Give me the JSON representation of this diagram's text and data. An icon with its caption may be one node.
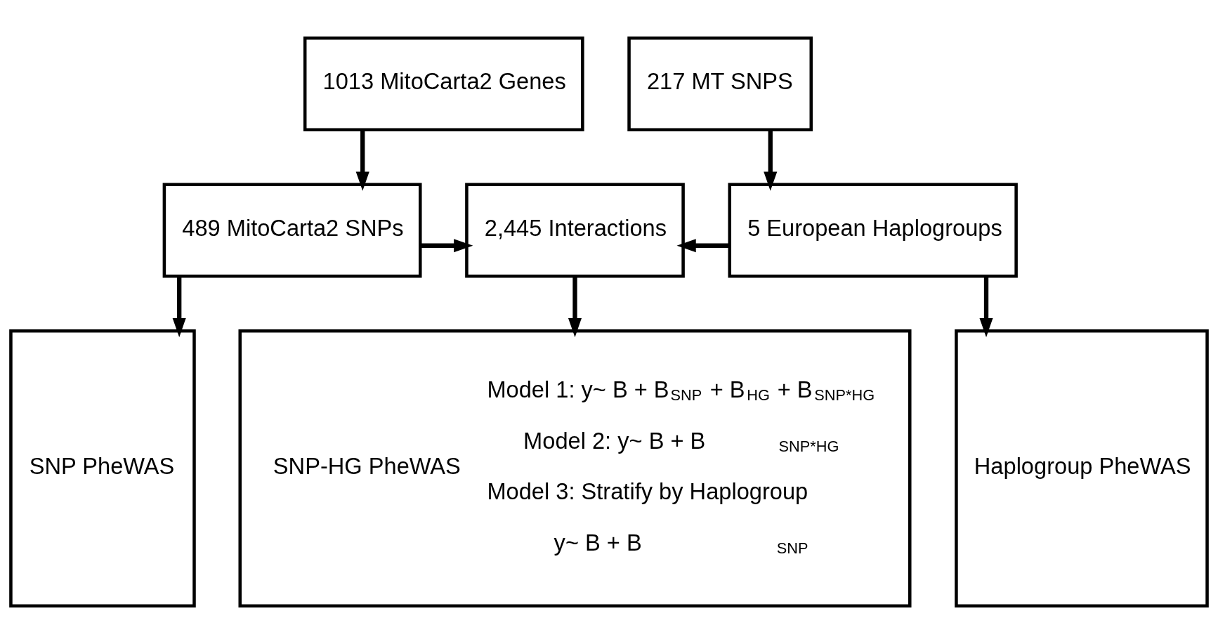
{
  "diagram": {
    "nodes": [
      {
        "text": [
          "1013 MitoCarta2 Genes"
        ]
      },
      {
        "text": [
          "217 MT SNPS"
        ]
      },
      {
        "text": [
          "489 MitoCarta2 SNPs"
        ]
      },
      {
        "text": [
          "2,445 Interactions"
        ]
      },
      {
        "text": [
          "5 European Haplogroups"
        ]
      },
      {
        "text": [
          "SNP PheWAS"
        ]
      },
      {
        "text": [
          "SNP-HG PheWAS",
          "Model 1: y~ B + B$_{SNP}$ + B$_{HG}$ + B$_{SNP*HG}$",
          "Model 2: y~ B + B$_{SNP*HG}$",
          "Model 3: Stratify by Haplogroup",
          "y~ B + B$_{SNP}$"
        ]
      },
      {
        "text": [
          "Haplogroup PheWAS"
        ]
      }
    ],
    "edges": [
      {
        "from": 0,
        "to": 2,
        "arrow": "to"
      },
      {
        "from": 1,
        "to": 4,
        "arrow": "to"
      },
      {
        "from": 2,
        "to": 3,
        "arrow": "to"
      },
      {
        "from": 4,
        "to": 3,
        "arrow": "to"
      },
      {
        "from": 3,
        "to": 6,
        "arrow": "to"
      },
      {
        "from": 2,
        "to": 5,
        "arrow": "to"
      },
      {
        "from": 4,
        "to": 7,
        "arrow": "to"
      }
    ]
  }
}
